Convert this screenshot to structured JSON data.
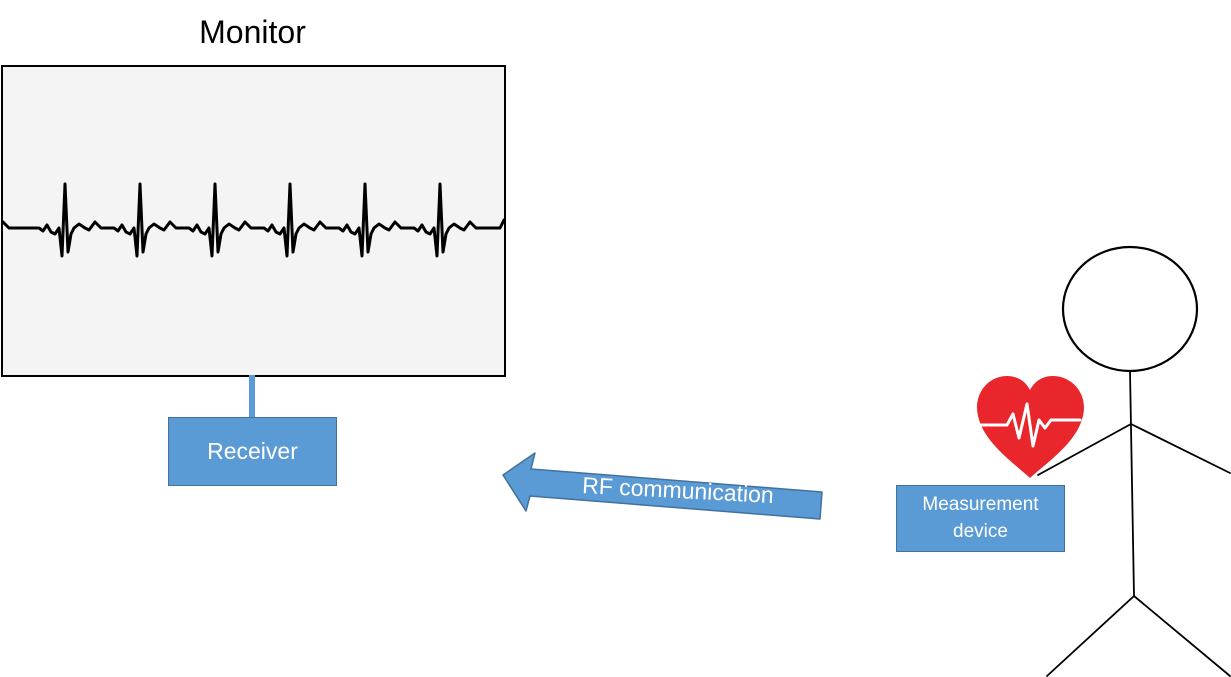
{
  "monitor": {
    "title": "Monitor"
  },
  "receiver": {
    "label": "Receiver",
    "color": "#5b9bd5"
  },
  "link": {
    "label": "RF communication",
    "color": "#5b9bd5"
  },
  "device": {
    "label_line1": "Measurement",
    "label_line2": "device",
    "color": "#5b9bd5"
  },
  "heart": {
    "icon": "heart-pulse-icon",
    "color": "#e8262b"
  },
  "person": {
    "icon": "stick-figure-icon"
  },
  "ecg": {
    "beats": 6,
    "icon": "ecg-waveform"
  }
}
